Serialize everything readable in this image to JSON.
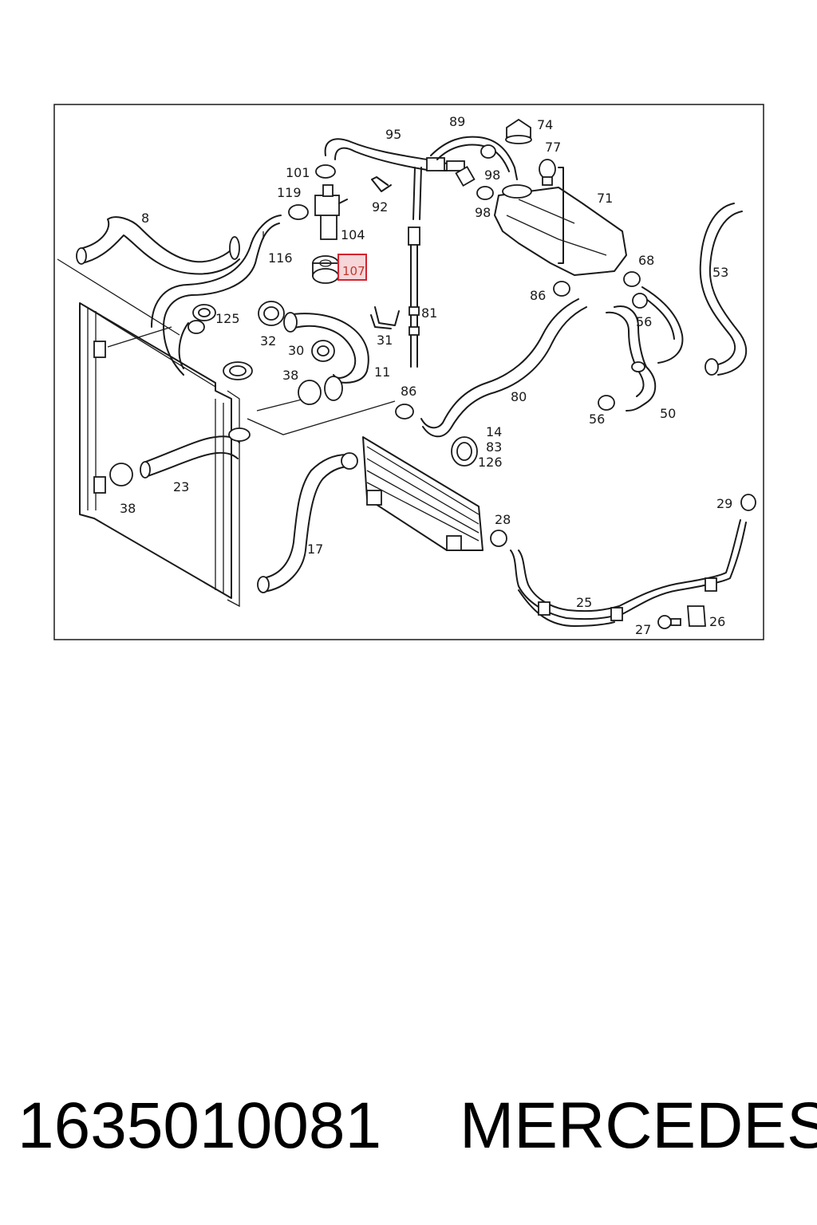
{
  "diagram": {
    "highlight_color": "#d4232f",
    "highlighted_label": "107",
    "labels": [
      "95",
      "89",
      "74",
      "77",
      "101",
      "119",
      "92",
      "98",
      "98",
      "71",
      "8",
      "104",
      "116",
      "107",
      "68",
      "53",
      "86",
      "125",
      "32",
      "30",
      "81",
      "56",
      "31",
      "11",
      "38",
      "86",
      "80",
      "50",
      "56",
      "14",
      "83",
      "126",
      "23",
      "38",
      "28",
      "29",
      "17",
      "25",
      "27",
      "26"
    ]
  },
  "footer": {
    "part_number": "1635010081",
    "brand": "MERCEDES"
  }
}
